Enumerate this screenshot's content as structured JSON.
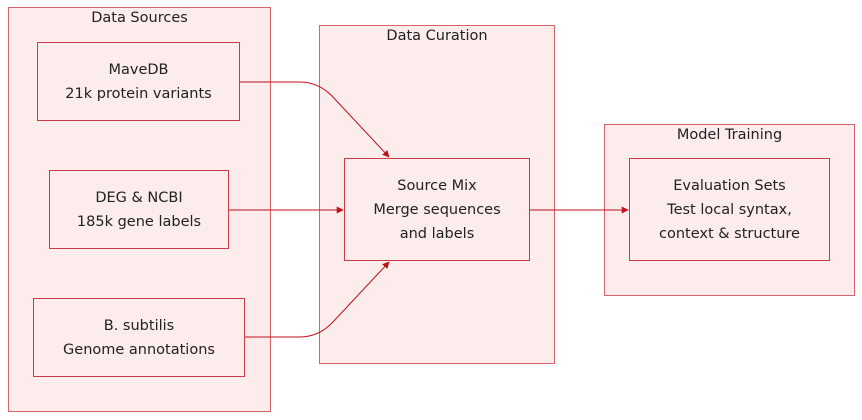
{
  "clusters": [
    {
      "title": "Data Sources"
    },
    {
      "title": "Data Curation"
    },
    {
      "title": "Model Training"
    }
  ],
  "nodes": {
    "mavedb": {
      "line1": "MaveDB",
      "line2": "21k protein variants"
    },
    "deg": {
      "line1": "DEG & NCBI",
      "line2": "185k gene labels"
    },
    "bsub": {
      "line1": "B. subtilis",
      "line2": "Genome annotations"
    },
    "mix": {
      "line1": "Source Mix",
      "line2": "Merge sequences",
      "line3": "and labels"
    },
    "eval": {
      "line1": "Evaluation Sets",
      "line2": "Test local syntax,",
      "line3": "context & structure"
    }
  },
  "edges": [
    {
      "from": "mavedb",
      "to": "mix"
    },
    {
      "from": "deg",
      "to": "mix"
    },
    {
      "from": "bsub",
      "to": "mix"
    },
    {
      "from": "mix",
      "to": "eval"
    }
  ],
  "colors": {
    "fill": "#fcecec",
    "cluster_border": "#d9636a",
    "node_border": "#cc3a43",
    "edge": "#c0111b"
  }
}
